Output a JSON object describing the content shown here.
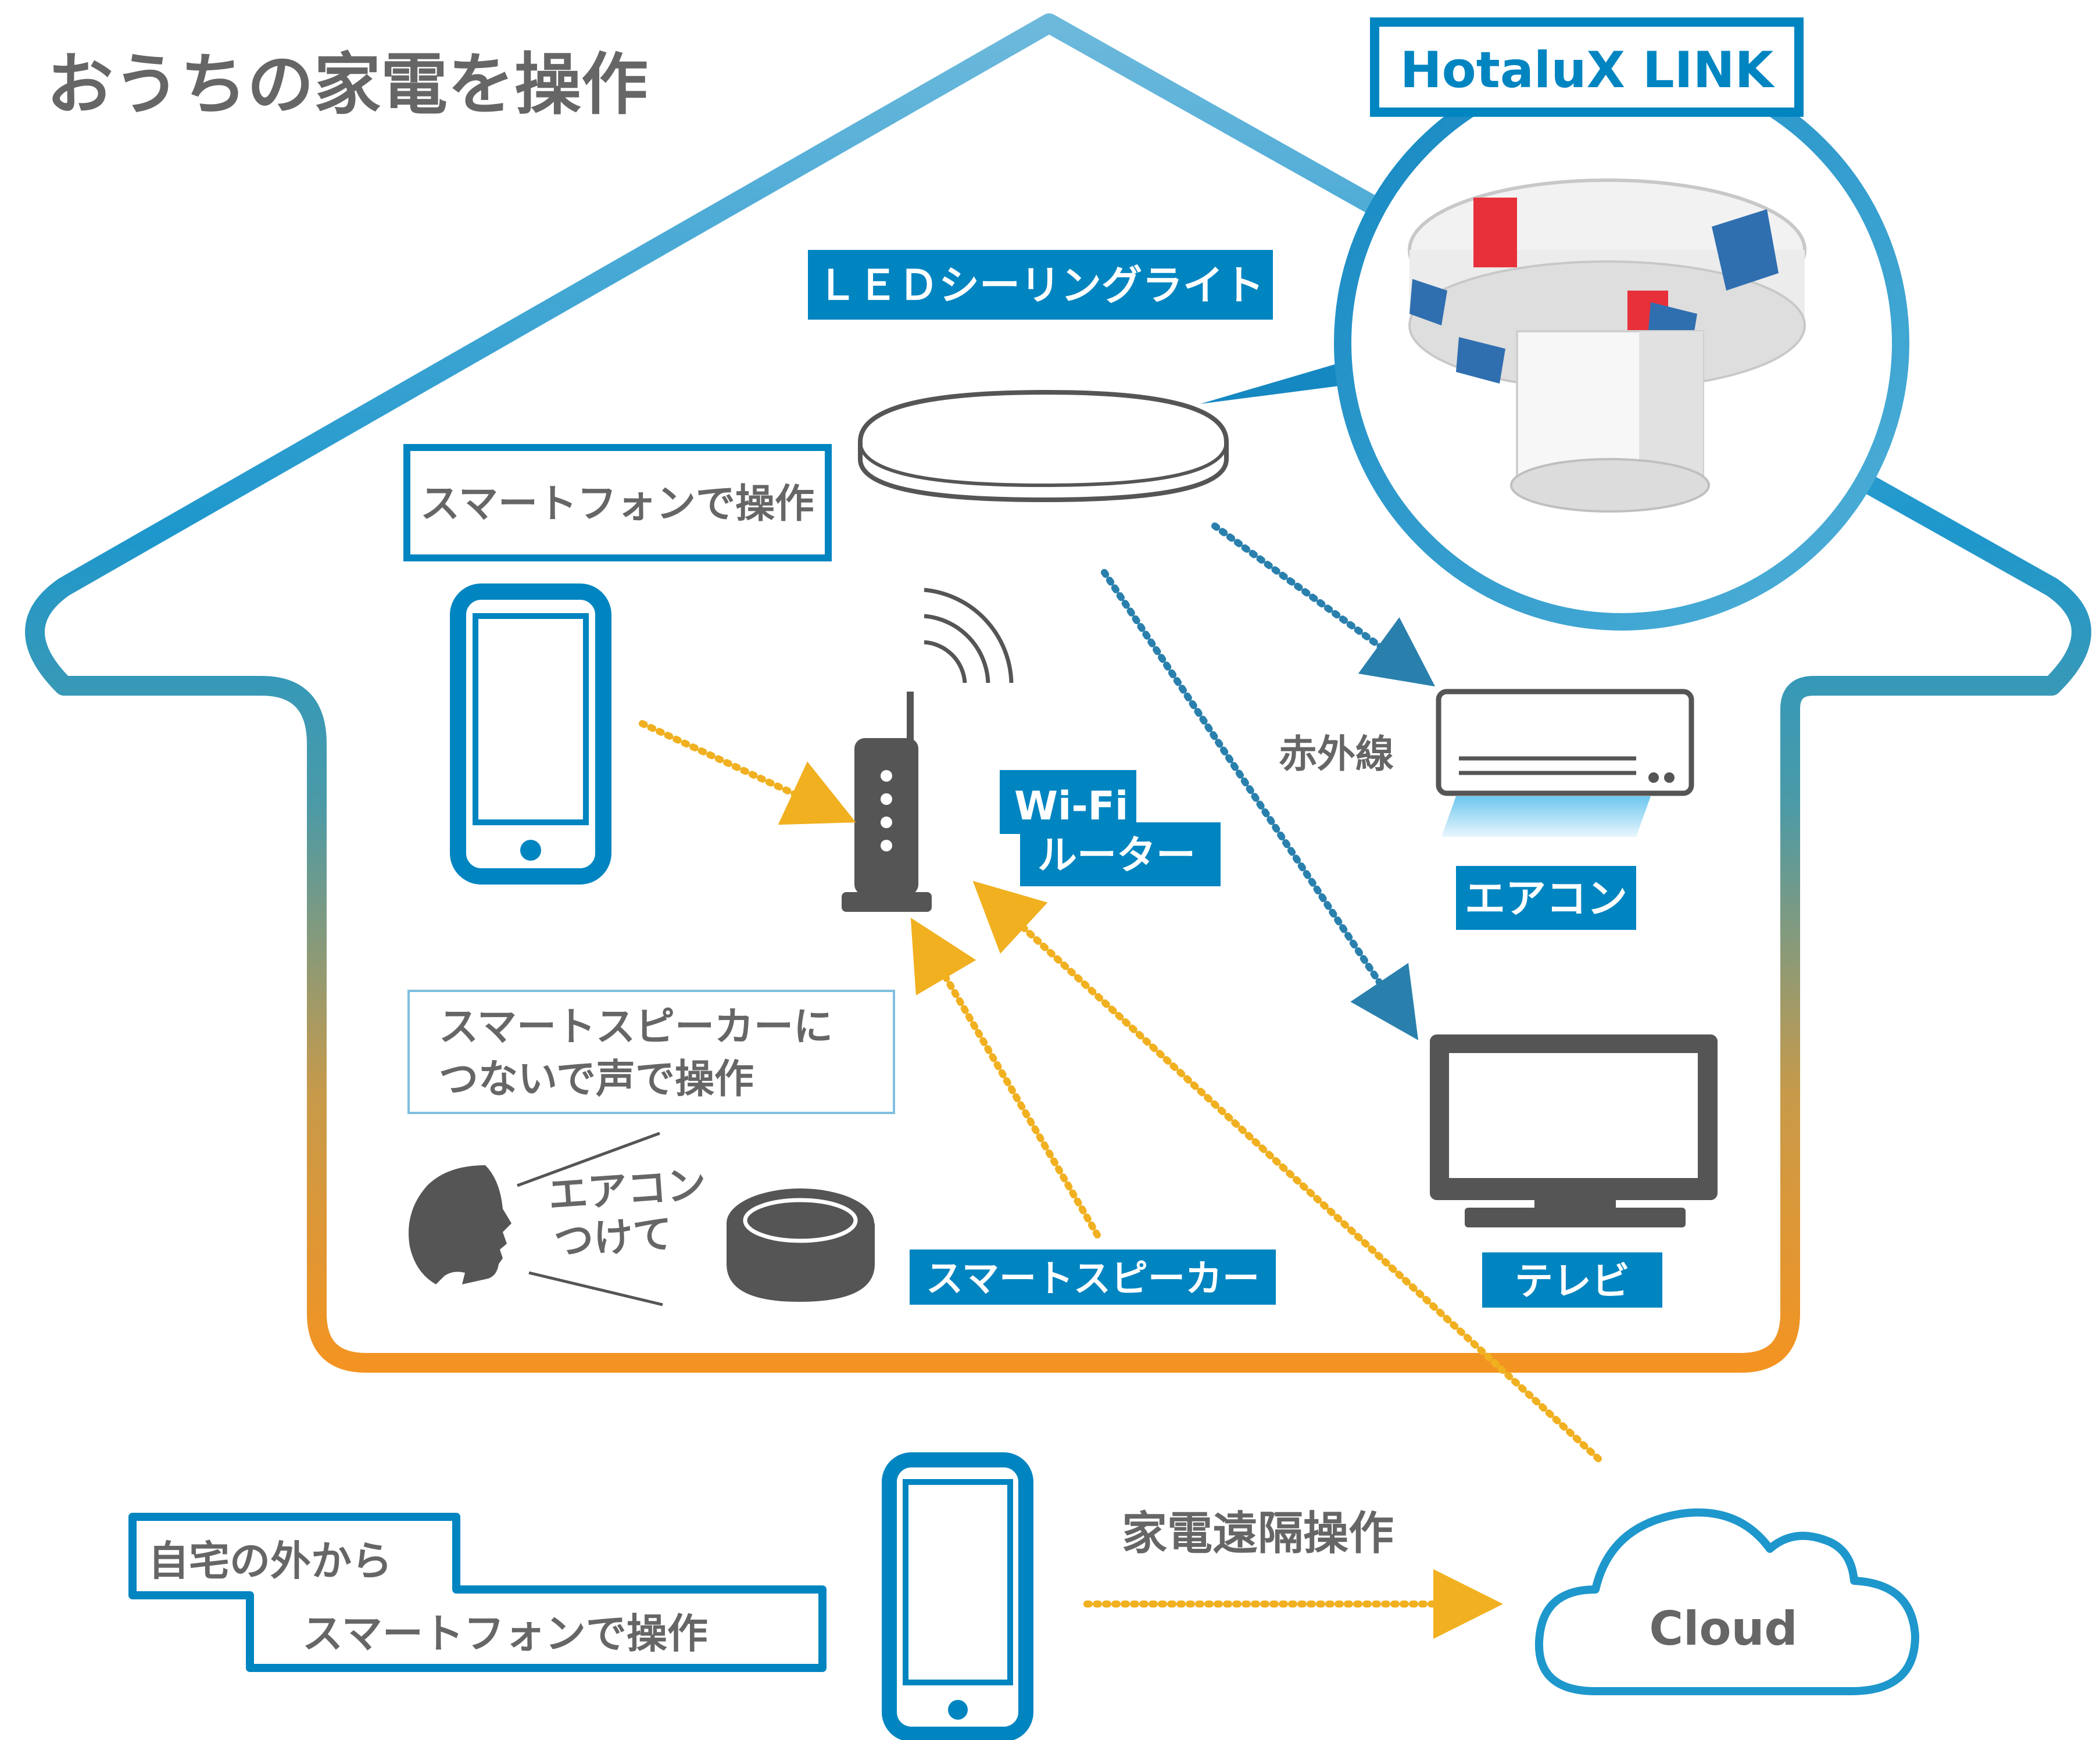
{
  "title": "おうちの家電を操作",
  "product": {
    "name": "HotaluX LINK"
  },
  "labels": {
    "led_light": "ＬＥＤシーリングライト",
    "smartphone_op": "スマートフォンで操作",
    "wifi_line1": "Wi-Fi",
    "wifi_line2": "ルーター",
    "infrared": "赤外線",
    "aircon": "エアコン",
    "speaker_desc_line1": "スマートスピーカーに",
    "speaker_desc_line2": "つないで声で操作",
    "voice_line1": "エアコン",
    "voice_line2": "つけて",
    "smart_speaker": "スマートスピーカー",
    "tv": "テレビ",
    "outside_line1": "自宅の外から",
    "outside_line2": "スマートフォンで操作",
    "remote_op": "家電遠隔操作",
    "cloud": "Cloud"
  },
  "colors": {
    "brand_blue": "#0085c1",
    "house_top": "#6db9dc",
    "house_mid": "#1e97cc",
    "house_bottom": "#f39422",
    "arrow_yellow": "#f0b020",
    "arrow_blue": "#2a80ad",
    "dark_gray": "#555555",
    "text_gray": "#666666"
  }
}
